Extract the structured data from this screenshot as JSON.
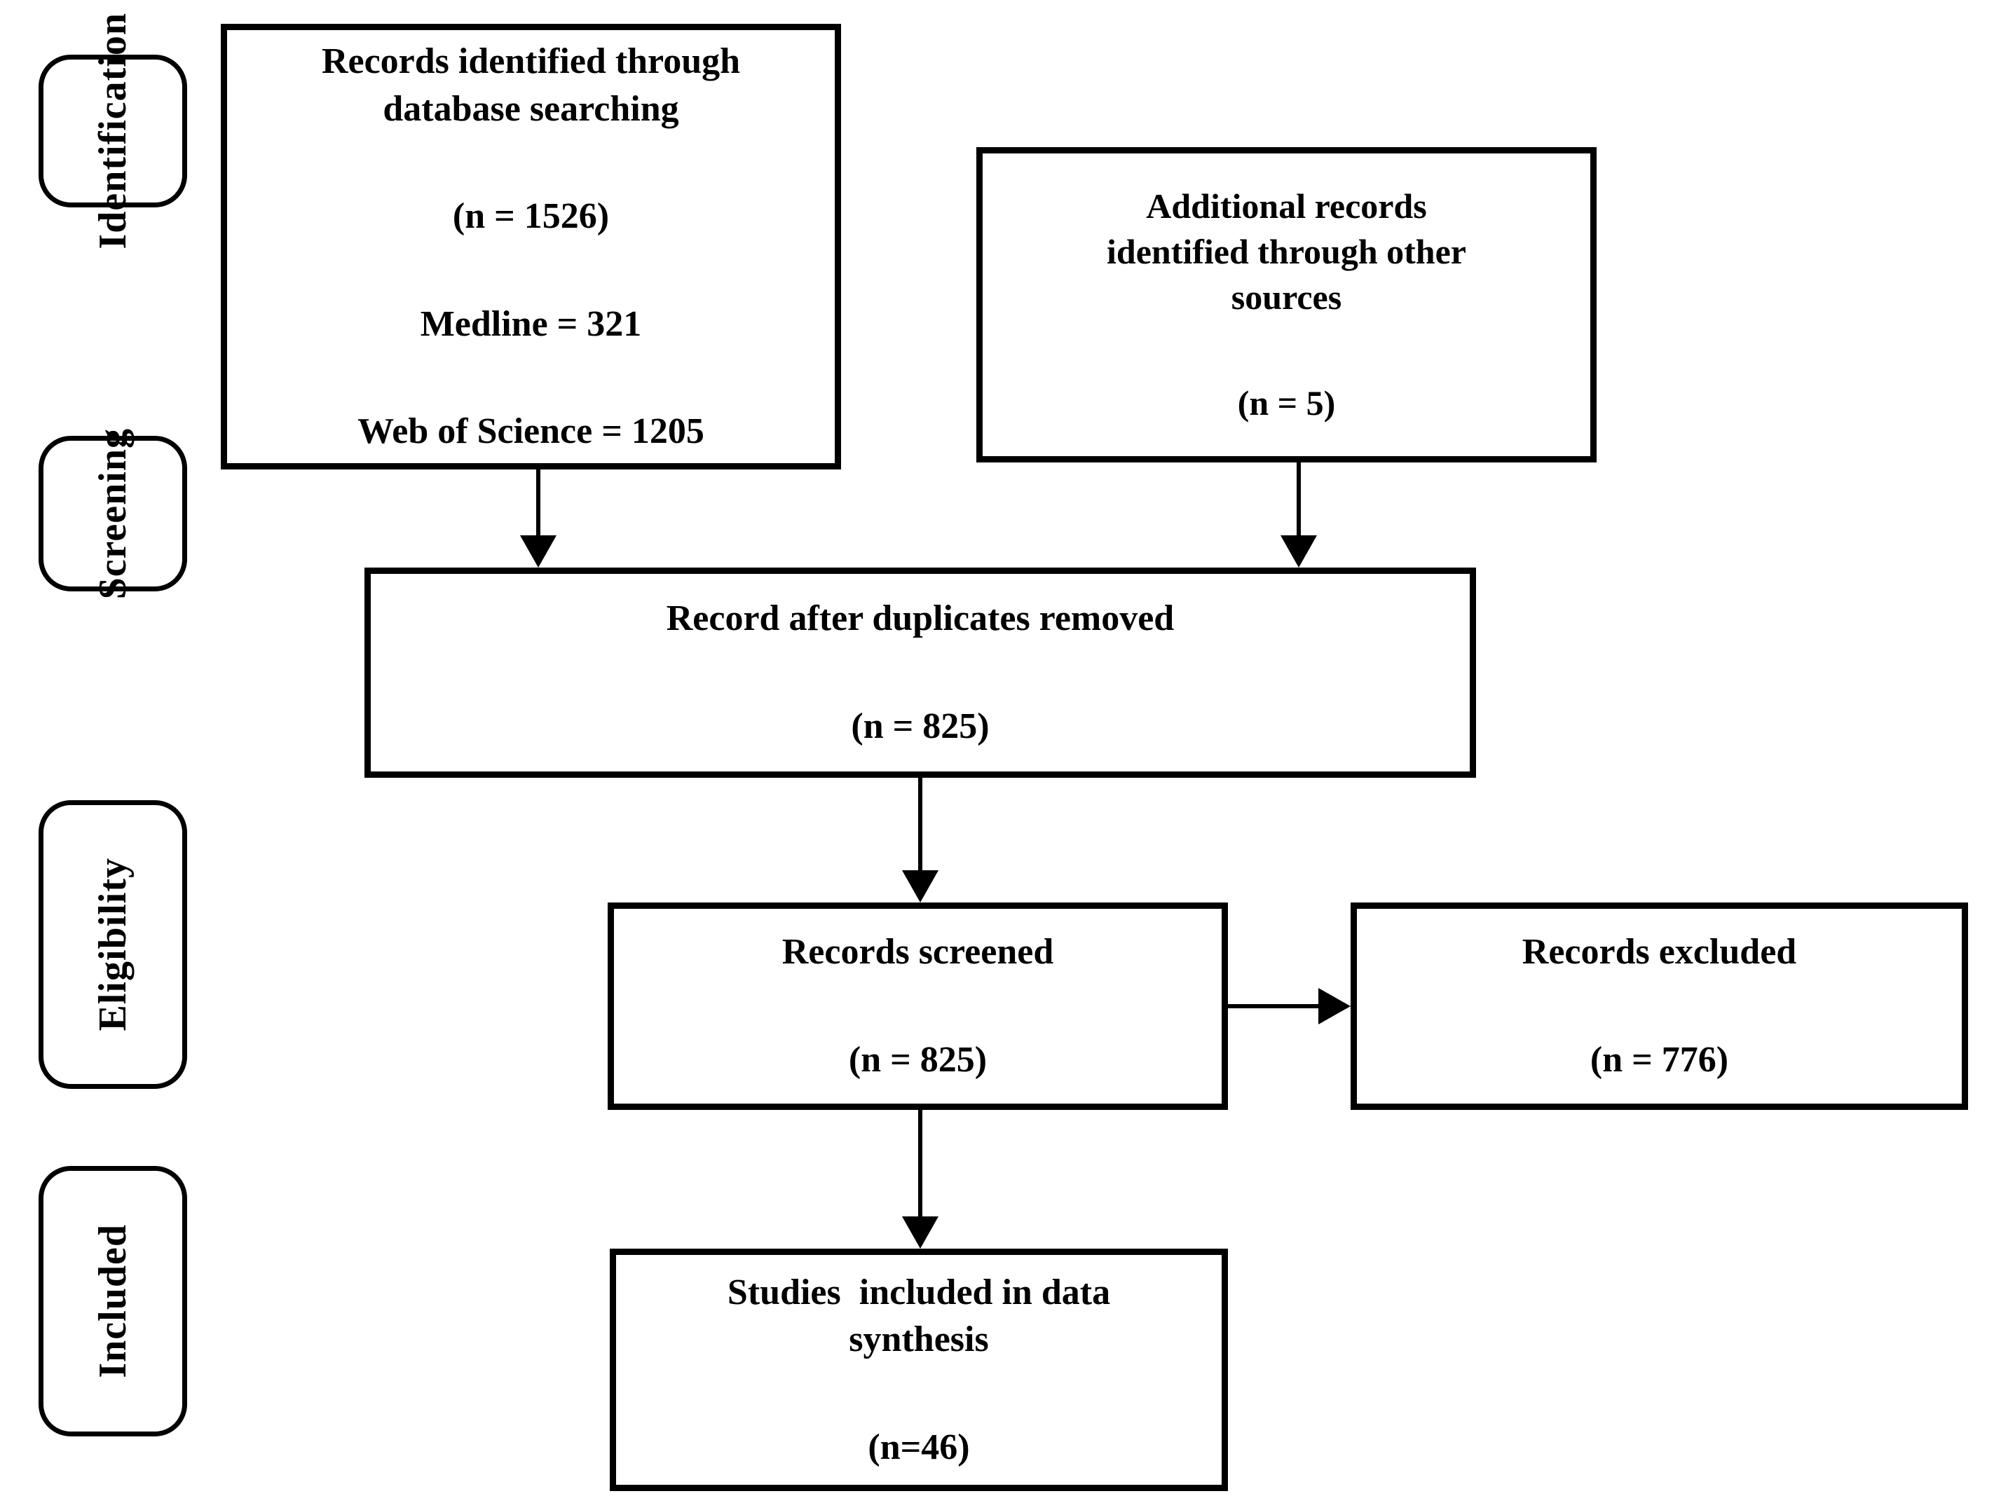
{
  "diagram": {
    "type": "prisma-flow-diagram",
    "stages": [
      {
        "id": "identification",
        "label": "Identification"
      },
      {
        "id": "screening",
        "label": "Screening"
      },
      {
        "id": "eligibility",
        "label": "Eligibility"
      },
      {
        "id": "included",
        "label": "Included"
      }
    ],
    "boxes": {
      "identified": {
        "title_line1": "Records identified through",
        "title_line2": "database searching",
        "count": "(n = 1526)",
        "detail1": "Medline = 321",
        "detail2": "Web of Science = 1205"
      },
      "additional": {
        "title_line1": "Additional records",
        "title_line2": "identified through other",
        "title_line3": "sources",
        "count": "(n = 5)"
      },
      "duplicates": {
        "title_line1": "Record after duplicates removed",
        "count": "(n = 825)"
      },
      "screened": {
        "title_line1": "Records screened",
        "count": "(n = 825)"
      },
      "excluded": {
        "title_line1": "Records excluded",
        "count": "(n = 776)"
      },
      "included": {
        "title_line1": "Studies  included in data",
        "title_line2": "synthesis",
        "count": "(n=46)"
      }
    },
    "colors": {
      "stroke": "#000000",
      "fill": "#FFFFFF",
      "text": "#000000"
    }
  }
}
